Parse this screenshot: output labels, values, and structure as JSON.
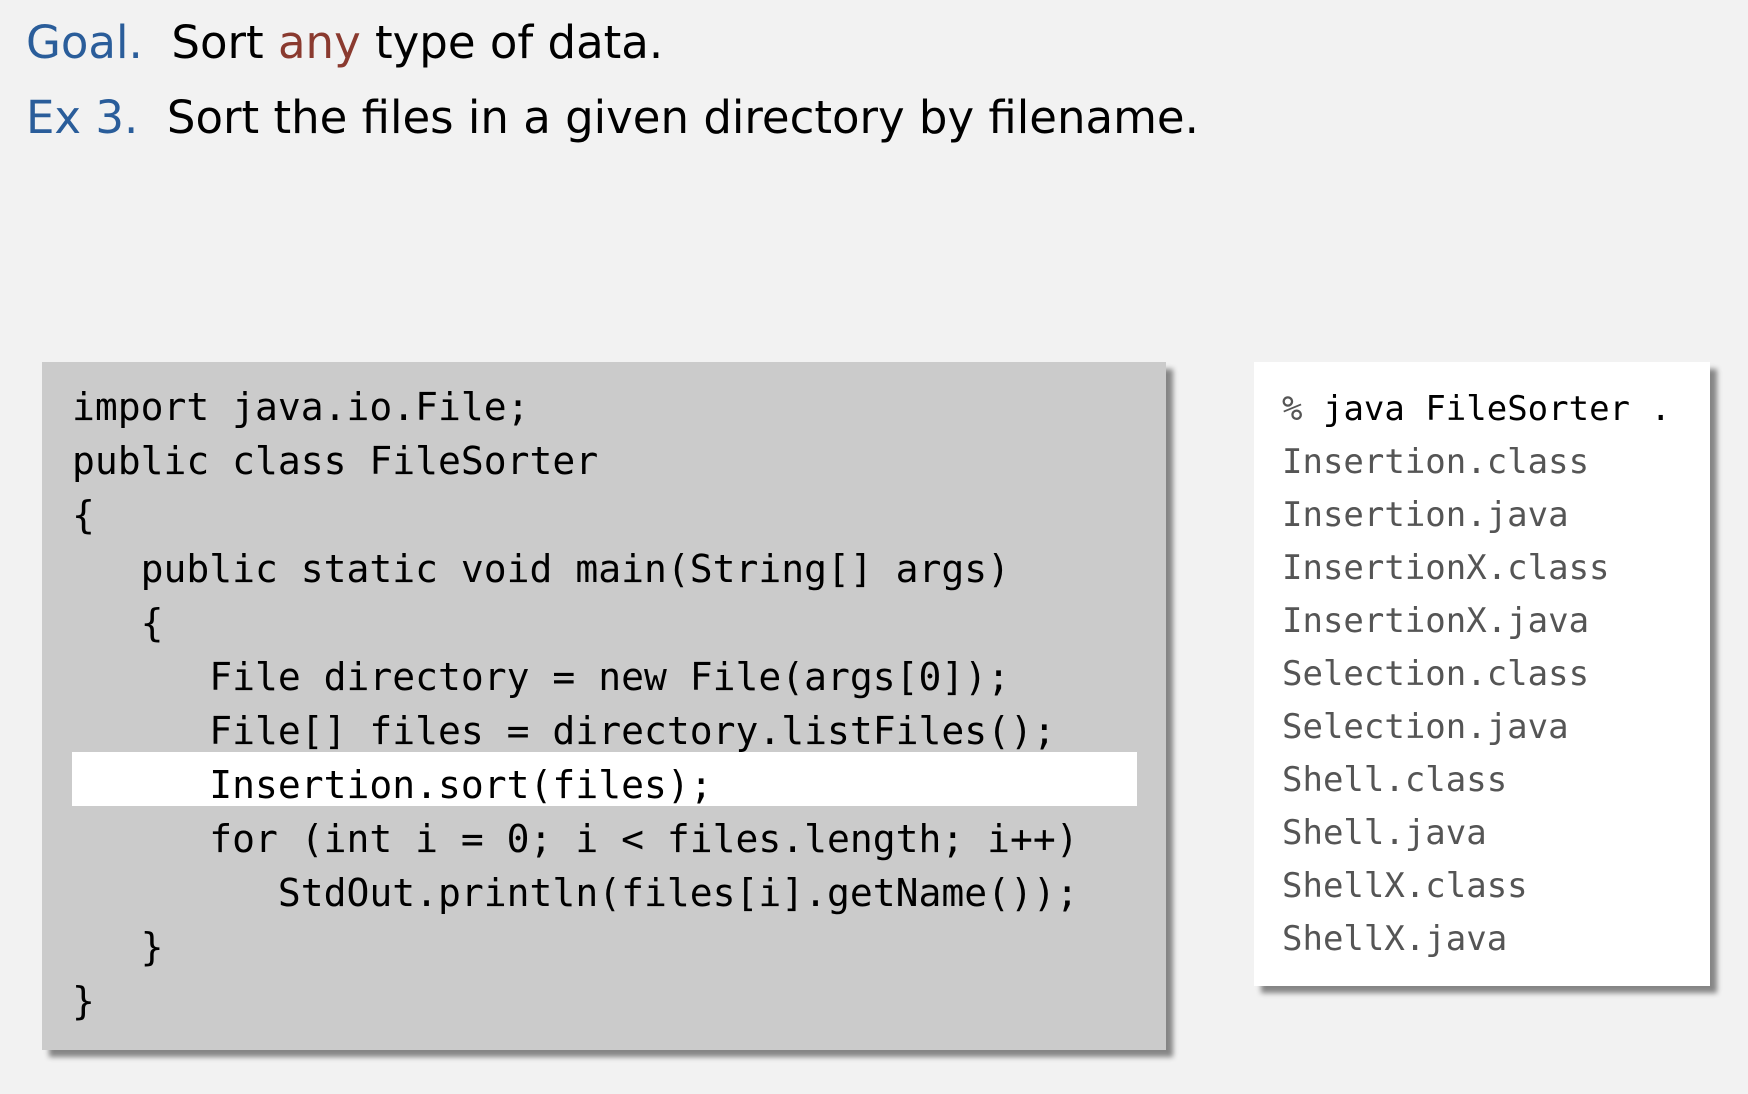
{
  "heading": {
    "goal_label": "Goal.",
    "goal_text_before": "Sort",
    "goal_emphasis": "any",
    "goal_text_after": "type of data.",
    "goal_emphasis_color": "#8a3a2f",
    "label_color": "#2a5d9a",
    "example_label": "Ex 3.",
    "example_text": "Sort the files in a given directory by filename."
  },
  "code": {
    "highlighted_line": 7,
    "lines": [
      "import java.io.File;",
      "public class FileSorter",
      "{",
      "   public static void main(String[] args)",
      "   {",
      "      File directory = new File(args[0]);",
      "      File[] files = directory.listFiles();",
      "      Insertion.sort(files);",
      "      for (int i = 0; i < files.length; i++)",
      "         StdOut.println(files[i].getName());",
      "   }",
      "}"
    ]
  },
  "output": {
    "prompt": "%",
    "command": "java FileSorter .",
    "lines": [
      "Insertion.class",
      "Insertion.java",
      "InsertionX.class",
      "InsertionX.java",
      "Selection.class",
      "Selection.java",
      "Shell.class",
      "Shell.java",
      "ShellX.class",
      "ShellX.java"
    ]
  }
}
